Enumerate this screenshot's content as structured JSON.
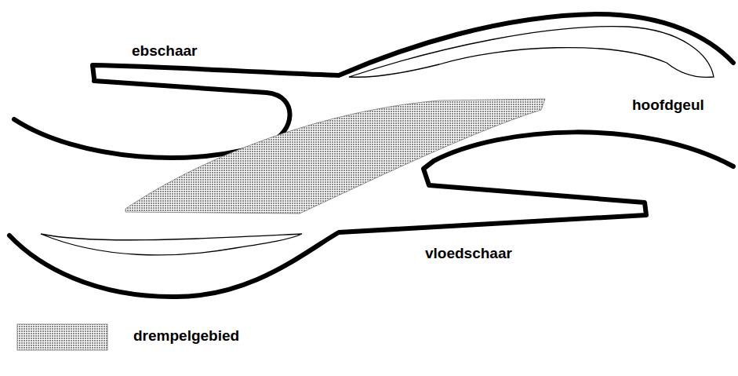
{
  "diagram": {
    "labels": [
      "ebschaar",
      "hoofdgeul",
      "vloedschaar"
    ],
    "legend": [
      {
        "text": "drempelgebied"
      }
    ]
  }
}
